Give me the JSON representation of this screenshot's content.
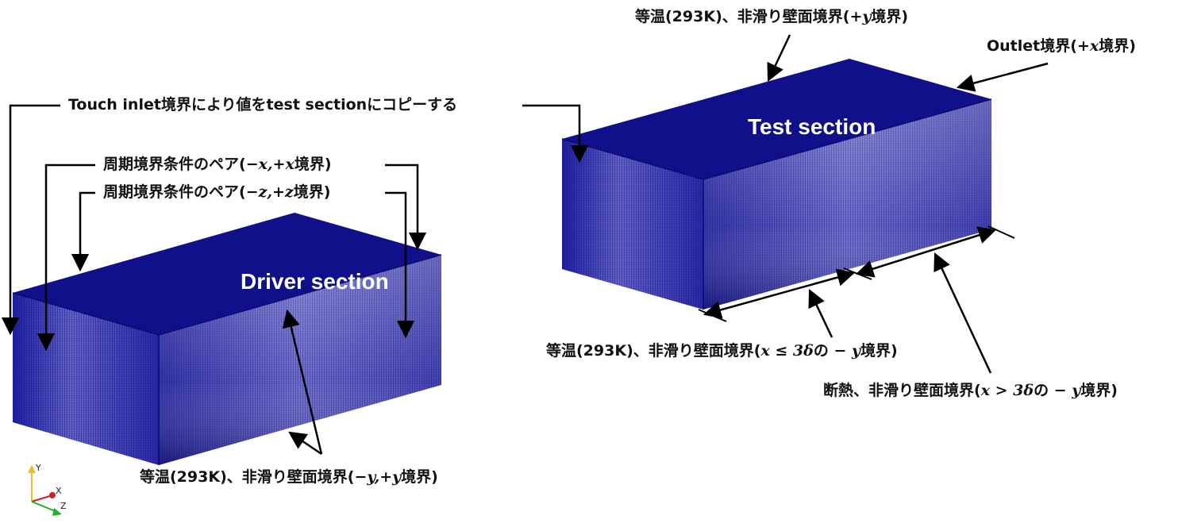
{
  "colors": {
    "mesh_dark": "#10108a",
    "mesh_light": "#9a9ad8",
    "arrow": "#000000",
    "text": "#111111",
    "title": "#ffffff"
  },
  "driver_section": {
    "title": "Driver section"
  },
  "test_section": {
    "title": "Test section"
  },
  "labels": {
    "touch_inlet": "Touch inlet境界により値をtest sectionにコピーする",
    "periodic_x": {
      "text": "周期境界条件のペア(",
      "math": "−x,+x",
      "suffix": "境界)"
    },
    "periodic_z": {
      "text": "周期境界条件のペア(",
      "math": "−z,+z",
      "suffix": "境界)"
    },
    "driver_wall": {
      "text": "等温(293K)、非滑り壁面境界(",
      "math": "−y,+y",
      "suffix": "境界)"
    },
    "test_top_wall": {
      "text": "等温(293K)、非滑り壁面境界(",
      "math": "+y",
      "suffix": "境界)"
    },
    "outlet": {
      "text": "Outlet境界(",
      "math": "+x",
      "suffix": "境界)"
    },
    "test_isothermal_bottom": {
      "text": "等温(293K)、非滑り壁面境界(",
      "math": "x ≤ 3δ",
      "mid": "の",
      "math2": " − y",
      "suffix": "境界)"
    },
    "test_adiabatic_bottom": {
      "text": "断熱、非滑り壁面境界(",
      "math": "x > 3δ",
      "mid": "の",
      "math2": " − y",
      "suffix": "境界)"
    }
  },
  "axes": {
    "y": "Y",
    "x": "X",
    "z": "Z",
    "y_color": "#e8c020",
    "x_color": "#d02020",
    "z_color": "#20b030"
  }
}
